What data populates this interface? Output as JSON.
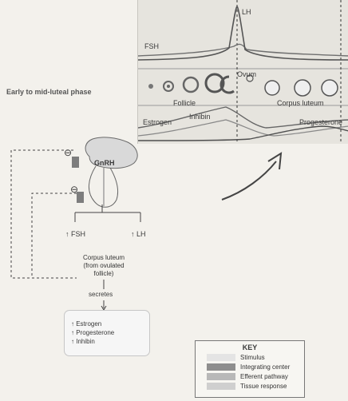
{
  "phase_label": "Early to mid-luteal phase",
  "graph": {
    "lh_label": "LH",
    "fsh_label": "FSH",
    "ovum_label": "Ovum",
    "follicle_label": "Follicle",
    "corpus_luteum_label": "Corpus luteum",
    "estrogen_label": "Estrogen",
    "inhibin_label": "Inhibin",
    "progesterone_label": "Progesterone"
  },
  "pathway": {
    "gnrh": "GnRH",
    "inhibit_sign_1": "⊖",
    "inhibit_sign_2": "⊖",
    "fsh": "↑ FSH",
    "lh": "↑ LH",
    "corpus_luteum_line1": "Corpus luteum",
    "corpus_luteum_line2": "(from ovulated",
    "corpus_luteum_line3": "follicle)",
    "secretes": "secretes",
    "outputs": [
      "↑ Estrogen",
      "↑ Progesterone",
      "↑ Inhibin"
    ]
  },
  "key": {
    "title": "KEY",
    "items": [
      {
        "label": "Stimulus",
        "color": "#e4e4e4"
      },
      {
        "label": "Integrating center",
        "color": "#8e8e8e"
      },
      {
        "label": "Efferent pathway",
        "color": "#b8b8b8"
      },
      {
        "label": "Tissue response",
        "color": "#cfcfcf"
      }
    ]
  }
}
